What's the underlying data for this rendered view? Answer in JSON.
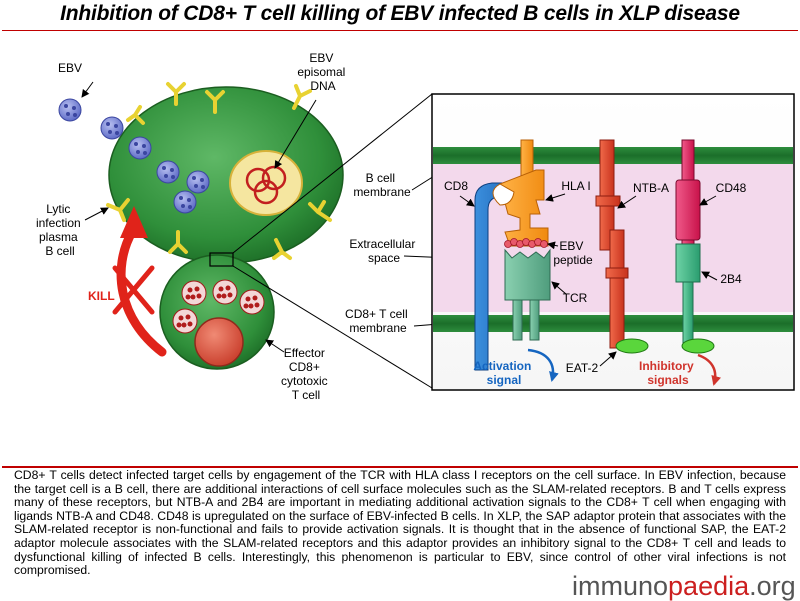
{
  "title": "Inhibition of CD8+ T cell killing of EBV infected B cells in XLP disease",
  "labels": {
    "ebv": "EBV",
    "episomal": [
      "EBV",
      "episomal",
      "DNA"
    ],
    "lytic": [
      "Lytic",
      "infection",
      "plasma",
      "B cell"
    ],
    "kill": "KILL",
    "effector": [
      "Effector",
      "CD8+",
      "cytotoxic",
      "T cell"
    ],
    "b_membrane": [
      "B cell",
      "membrane"
    ],
    "extracellular": [
      "Extracellular",
      "space"
    ],
    "t_membrane": [
      "CD8+ T cell",
      "membrane"
    ],
    "cd8": "CD8",
    "hla": "HLA I",
    "ntba": "NTB-A",
    "cd48": "CD48",
    "ebv_peptide": [
      "EBV",
      "peptide"
    ],
    "tcr": "TCR",
    "b4": "2B4",
    "eat2": "EAT-2",
    "activation": [
      "Activation",
      "signal"
    ],
    "inhibitory": [
      "Inhibitory",
      "signals"
    ]
  },
  "caption": "CD8+ T cells detect infected target cells by engagement of the TCR with HLA class I receptors on the cell surface. In EBV infection, because the target cell is a B cell, there are additional interactions of cell surface molecules such as the SLAM-related receptors. B and T cells express many of these receptors, but NTB-A and 2B4 are important in mediating additional activation signals to the CD8+ T cell when engaging with ligands NTB-A and CD48. CD48 is upregulated on the surface of EBV-infected B cells. In XLP, the SAP adaptor protein that associates with the SLAM-related receptor is non-functional and fails to provide activation signals. It is thought that in the absence of functional SAP, the EAT-2 adaptor molecule associates with the SLAM-related receptors and this adaptor provides an inhibitory signal to the CD8+ T cell and leads to dysfunctional killing of infected B cells. Interestingly, this phenomenon is particular to EBV, since control of other viral infections is not compromised.",
  "brand": {
    "part1": "immuno",
    "part2": "paedia",
    "part3": ".org"
  },
  "colors": {
    "title_rule": "#c00000",
    "cell_green": "#3c9a45",
    "membrane": "#1d7a2f",
    "kill_red": "#e0231a",
    "activation_blue": "#1565c0",
    "inhibitory_red": "#d0342c",
    "brand_grey": "#888888",
    "brand_red": "#cc1f1f"
  }
}
